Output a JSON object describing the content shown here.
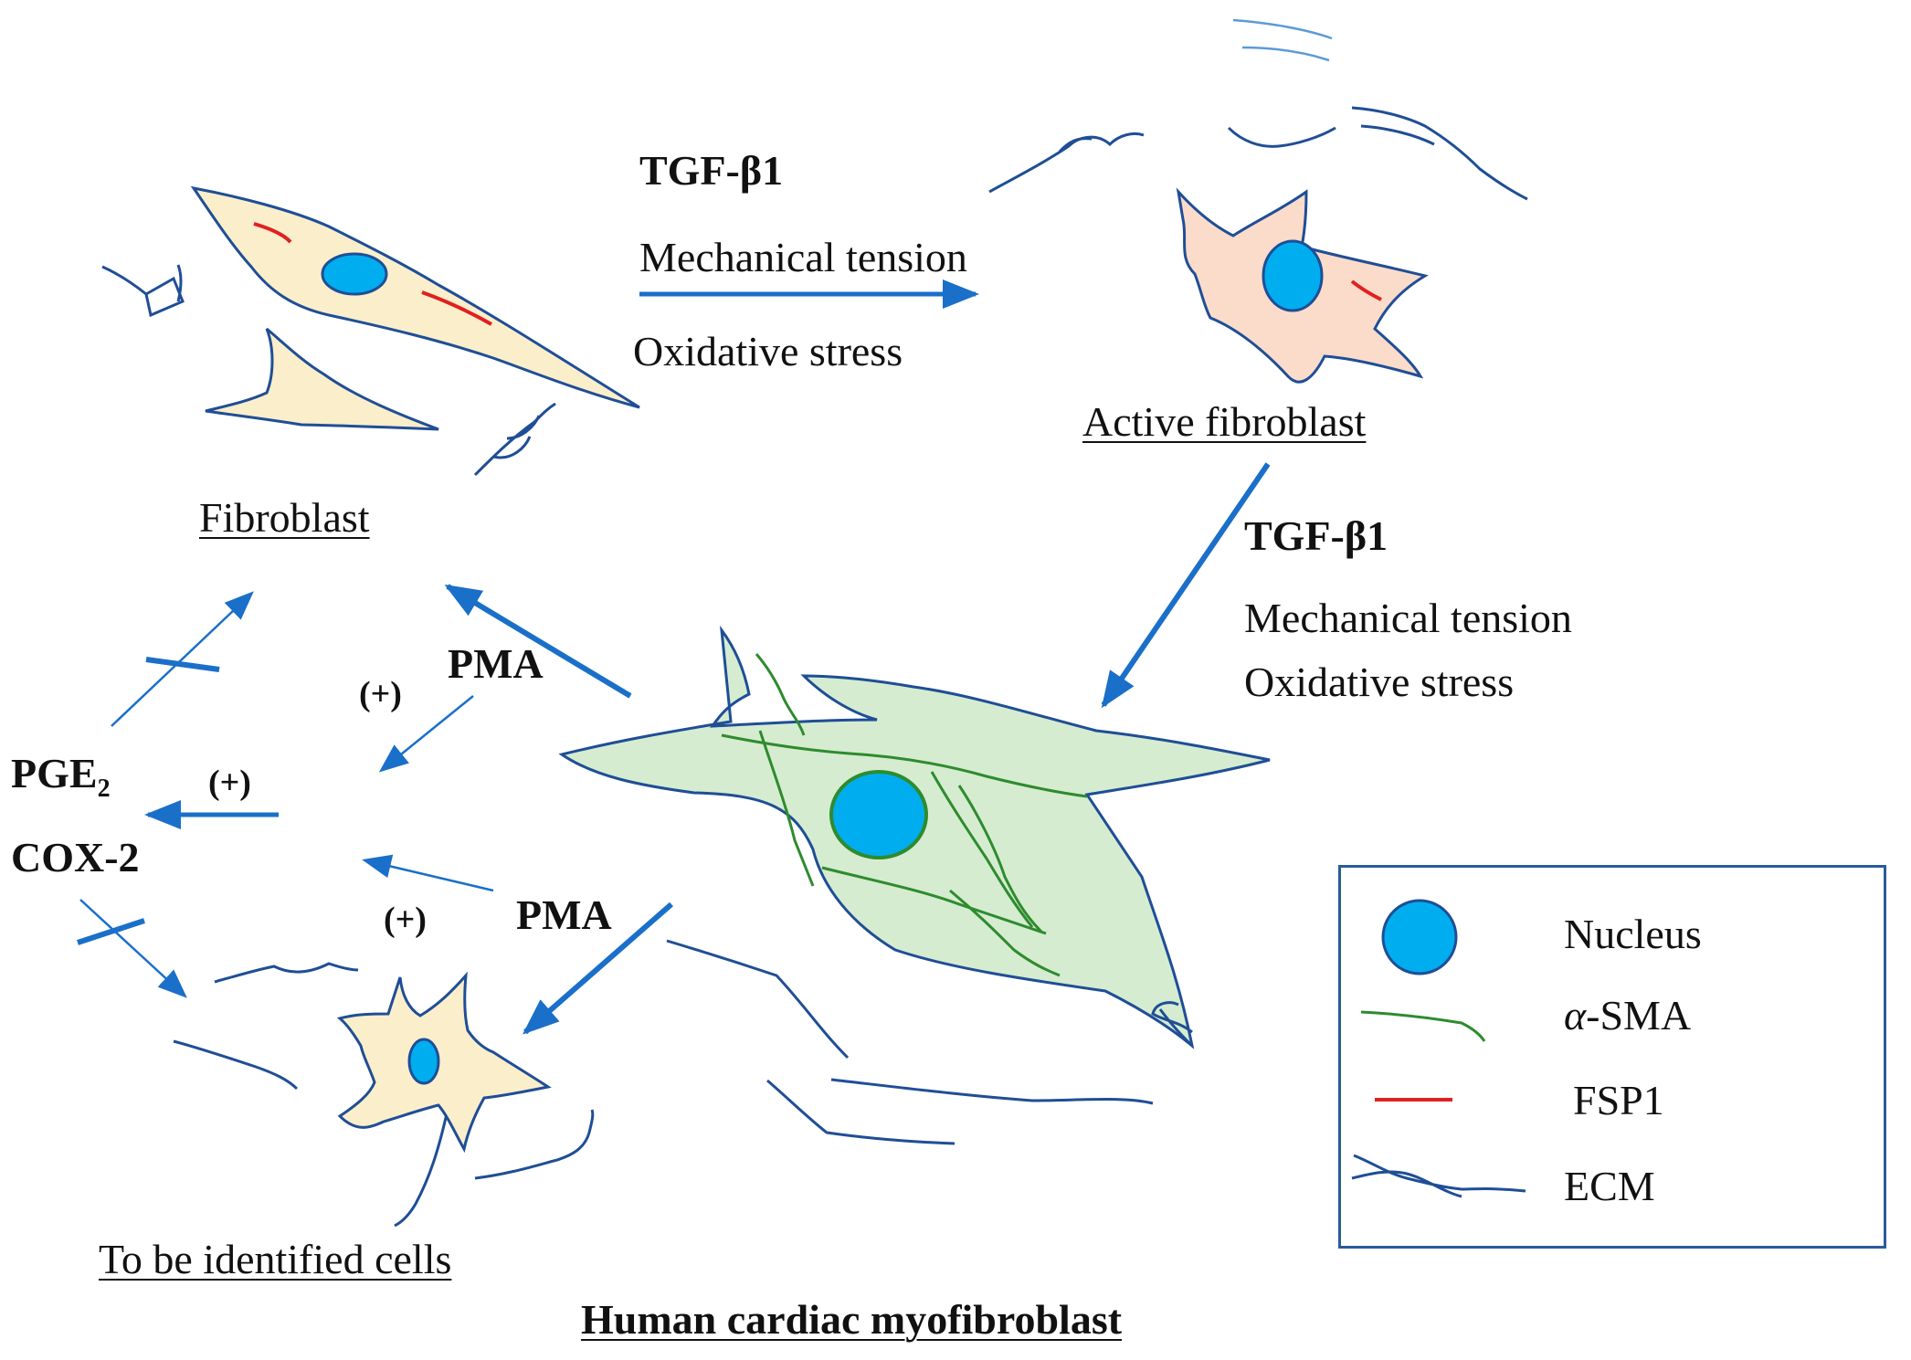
{
  "top_transition": {
    "factor_1": "TGF-β1",
    "factor_2": "Mechanical tension",
    "factor_3": "Oxidative stress"
  },
  "right_transition": {
    "factor_1": "TGF-β1",
    "factor_2": "Mechanical tension",
    "factor_3": "Oxidative stress"
  },
  "cells": {
    "fibroblast": "Fibroblast",
    "active_fibroblast": "Active fibroblast",
    "to_be_identified": "To be identified cells",
    "myofibroblast": "Human cardiac myofibroblast"
  },
  "left_pathway": {
    "pma_upper": "PMA",
    "pma_lower": "PMA",
    "plus_upper": "(+)",
    "plus_middle": "(+)",
    "plus_lower": "(+)",
    "pge_main": "PGE",
    "pge_sub": "2",
    "cox2": "COX-2"
  },
  "legend": {
    "nucleus": "Nucleus",
    "asma_prefix": "α",
    "asma_rest": "-SMA",
    "fsp1": "FSP1",
    "ecm": "ECM"
  },
  "colors": {
    "outline": "#1f4e96",
    "arrow": "#1a6fc9",
    "nucleus_fill": "#00aeef",
    "fibroblast_fill": "#fbeecb",
    "active_fill": "#fbdcca",
    "myofibroblast_fill": "#d5ecd0",
    "asma_green": "#2e8b2e",
    "fsp1_red": "#e02020"
  }
}
